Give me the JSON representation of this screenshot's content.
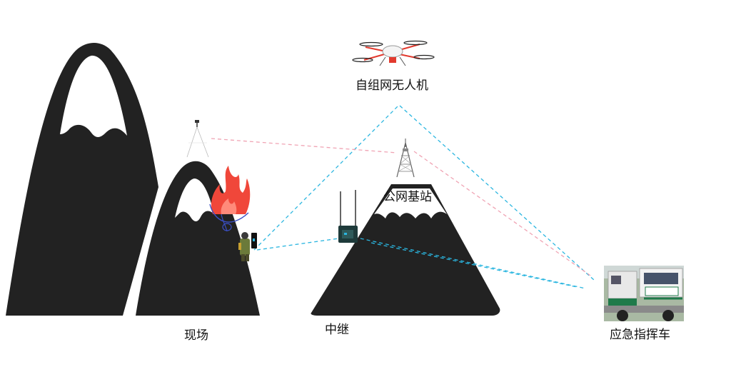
{
  "labels": {
    "drone": "自组网无人机",
    "base_station": "公网基站",
    "scene": "现场",
    "relay": "中继",
    "command_vehicle": "应急指挥车"
  },
  "colors": {
    "mountain": "#222222",
    "snow": "#ffffff",
    "link_blue": "#2bb6e0",
    "link_pink": "#f0a4b4",
    "fire": "#f0473a",
    "drone_red": "#e23a2e"
  }
}
